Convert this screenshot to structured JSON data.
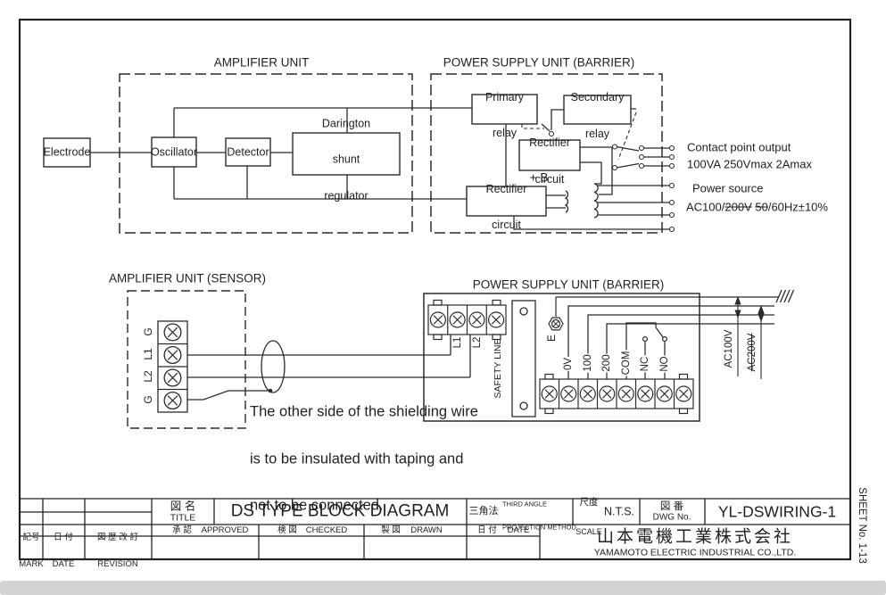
{
  "upper_section": {
    "amplifier_unit": {
      "title": "AMPLIFIER UNIT",
      "electrode": "Electrode",
      "oscillator": "Oscillator",
      "detector": "Detector",
      "regulator": [
        "Darington",
        "shunt",
        "regulator"
      ]
    },
    "power_supply_unit": {
      "title": "POWER SUPPLY UNIT (BARRIER)",
      "primary_relay": [
        "Primary",
        "relay"
      ],
      "secondary_relay": [
        "Secondary",
        "relay"
      ],
      "rectifier_upper": [
        "Rectifier",
        "circuit"
      ],
      "rectifier_lower": [
        "Rectifier",
        "circuit"
      ],
      "plus_b": "+ B"
    },
    "annotations": {
      "contact_output_line1": "Contact point output",
      "contact_output_line2": "100VA 250Vmax 2Amax",
      "power_source_title": "Power source",
      "power_source_value": {
        "prefix": "AC100/",
        "strike1": "200V",
        "middle": " ",
        "strike2": "50",
        "suffix": "/60Hz±10%"
      }
    }
  },
  "lower_section": {
    "sensor_unit": {
      "title": "AMPLIFIER UNIT (SENSOR)",
      "terminals": [
        "G",
        "L1",
        "L2",
        "G"
      ]
    },
    "power_supply_unit": {
      "title": "POWER SUPPLY UNIT (BARRIER)",
      "input_terminals": [
        "L1",
        "L2"
      ],
      "safety_line": "SAFETY LINE",
      "earth": "E",
      "output_terminals": [
        "0V",
        "100",
        "200",
        "COM",
        "NC",
        "NO"
      ],
      "voltage_100": "AC100V",
      "voltage_200": "AC200V"
    },
    "note": [
      "The other side of the shielding wire",
      "is to be insulated with taping and",
      "not to be connected."
    ]
  },
  "title_block": {
    "revision": {
      "mark_jp": "記号",
      "mark_en": "MARK",
      "date_jp": "日 付",
      "date_en": "DATE",
      "revision_jp": "図 歴 改 訂",
      "revision_en": "REVISION"
    },
    "title": {
      "label_jp": "図 名",
      "label_en": "TITLE",
      "value": "DS TYPE BLOCK DIAGRAM"
    },
    "signatures": {
      "approved_jp": "承 認",
      "approved_en": "APPROVED",
      "checked_jp": "検 図",
      "checked_en": "CHECKED",
      "drawn_jp": "製 図",
      "drawn_en": "DRAWN",
      "date_jp": "日 付",
      "date_en": "DATE"
    },
    "projection": {
      "jp": "三角法",
      "en1": "THIRD ANGLE",
      "en2": "PROJECTION METHOD"
    },
    "scale": {
      "jp": "尺度",
      "en": "SCALE",
      "value": "N.T.S."
    },
    "drawing_no": {
      "jp": "図 番",
      "en": "DWG No.",
      "value": "YL-DSWIRING-1"
    },
    "company": {
      "jp": "山本電機工業株式会社",
      "en": "YAMAMOTO ELECTRIC INDUSTRIAL CO.,LTD."
    },
    "sheet_no": "SHEET No. 1-13"
  }
}
